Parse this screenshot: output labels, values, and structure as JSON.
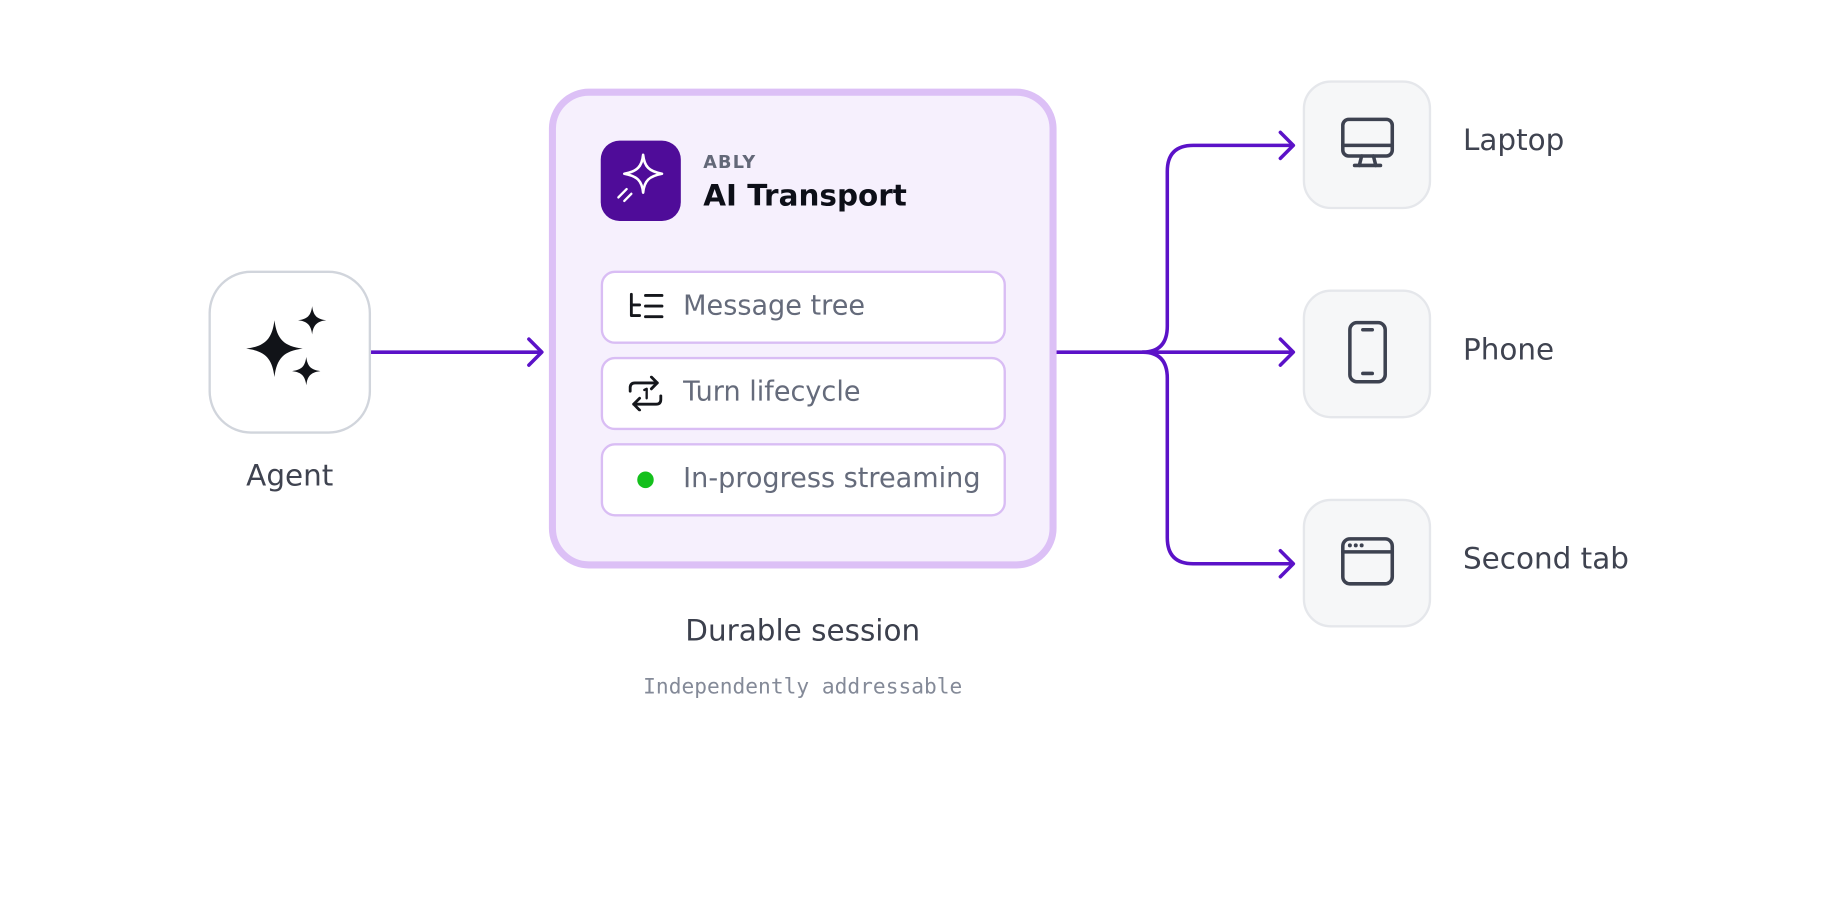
{
  "agent": {
    "label": "Agent",
    "icon": "sparkles-icon"
  },
  "session": {
    "brand_kicker": "ABLY",
    "brand_title": "AI Transport",
    "brand_icon": "sparkle-icon",
    "features": [
      {
        "label": "Message tree",
        "icon": "tree-list-icon"
      },
      {
        "label": "Turn lifecycle",
        "icon": "repeat-icon"
      },
      {
        "label": "In-progress streaming",
        "icon": "live-dot-icon"
      }
    ],
    "label": "Durable session",
    "sublabel": "Independently addressable"
  },
  "devices": [
    {
      "label": "Laptop",
      "icon": "monitor-icon"
    },
    {
      "label": "Phone",
      "icon": "smartphone-icon"
    },
    {
      "label": "Second tab",
      "icon": "browser-window-icon"
    }
  ],
  "colors": {
    "accent": "#5b12c8",
    "brand": "#4f0c99",
    "session_border": "#dcc0f6",
    "session_fill": "#f6f0fd",
    "live": "#14c01c"
  }
}
